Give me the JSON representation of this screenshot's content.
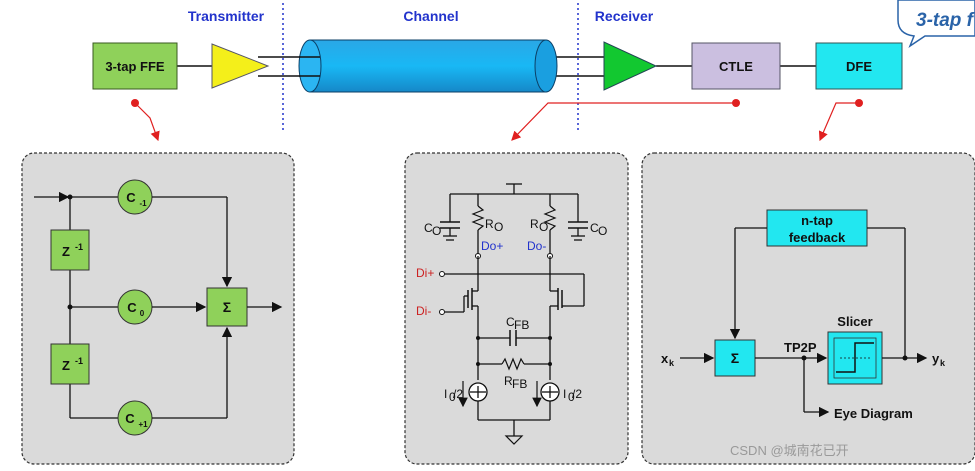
{
  "sections": {
    "transmitter": "Transmitter",
    "channel": "Channel",
    "receiver": "Receiver"
  },
  "blocks": {
    "ffe": "3-tap FFE",
    "ctle": "CTLE",
    "dfe": "DFE"
  },
  "callout": {
    "text": "3-tap f"
  },
  "ffe_detail": {
    "coef_minus1_main": "C",
    "coef_minus1_sub": "-1",
    "coef_0_main": "C",
    "coef_0_sub": "0",
    "coef_plus1_main": "C",
    "coef_plus1_sub": "+1",
    "delay_main": "Z",
    "delay_sup": "-1",
    "sum": "Σ"
  },
  "ctle_detail": {
    "c_main": "C",
    "c_sub": "O",
    "r_main": "R",
    "r_sub": "O",
    "out_p": "Do+",
    "out_n": "Do-",
    "in_p": "Di+",
    "in_n": "Di-",
    "cfb_main": "C",
    "cfb_sub": "FB",
    "rfb_main": "R",
    "rfb_sub": "FB",
    "i_main": "I",
    "i_sub": "0",
    "i_div": "/2"
  },
  "dfe_detail": {
    "feedback_line1": "n-tap",
    "feedback_line2": "feedback",
    "slicer": "Slicer",
    "tp2p": "TP2P",
    "sum": "Σ",
    "input_main": "x",
    "input_sub": "k",
    "output_main": "y",
    "output_sub": "k",
    "eye": "Eye Diagram"
  },
  "watermark": "CSDN @城南花已开"
}
